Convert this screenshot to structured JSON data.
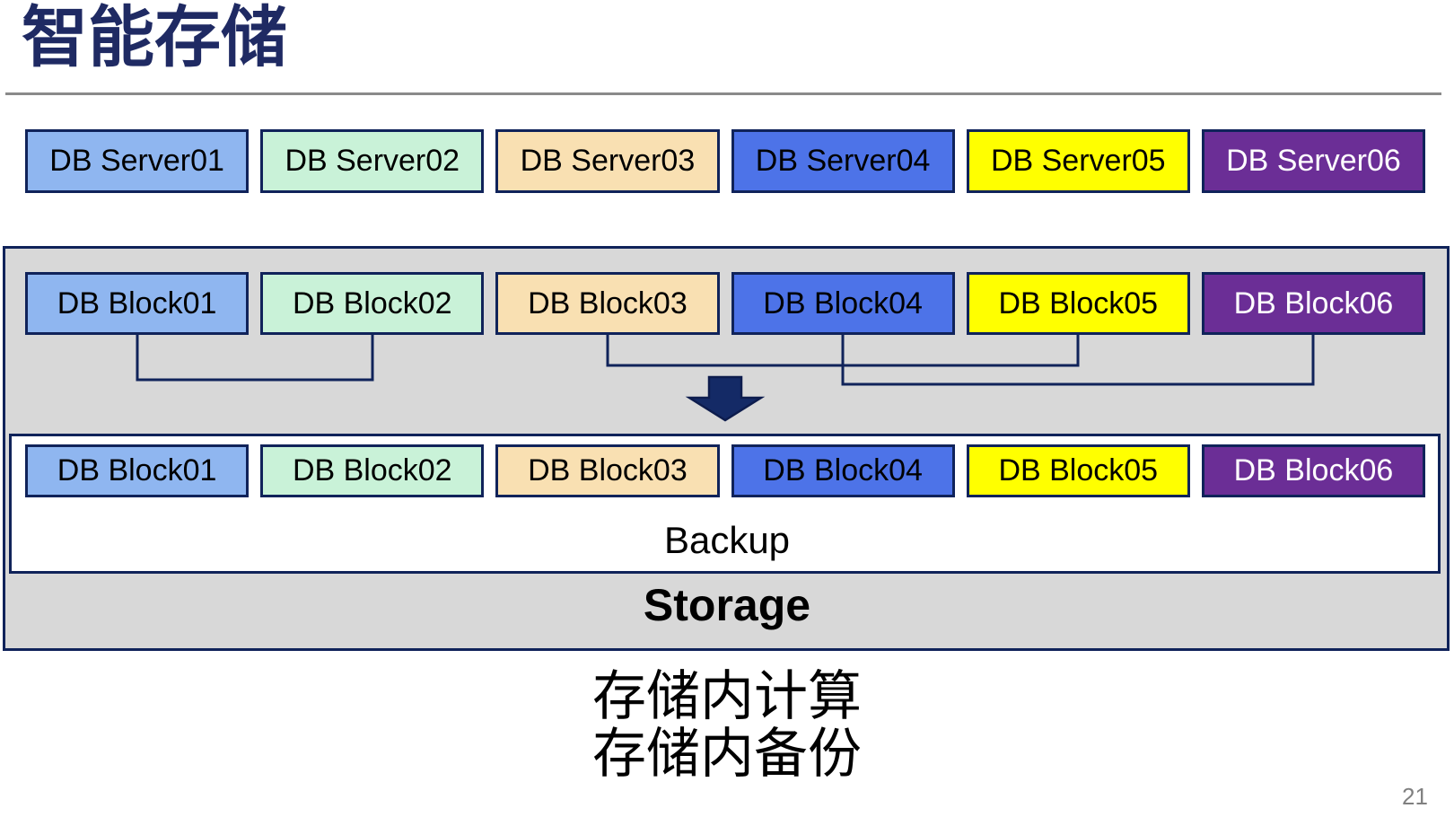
{
  "title": "智能存储",
  "server_row": [
    {
      "label": "DB Server01",
      "color": "#8FB6F0",
      "style": "background:#8FB6F0;color:#000000"
    },
    {
      "label": "DB Server02",
      "color": "#C9F2D8",
      "style": "background:#C9F2D8;color:#000000"
    },
    {
      "label": "DB Server03",
      "color": "#F9E0B2",
      "style": "background:#F9E0B2;color:#000000"
    },
    {
      "label": "DB Server04",
      "color": "#4D73E8",
      "style": "background:#4D73E8;color:#000000"
    },
    {
      "label": "DB Server05",
      "color": "#FFFF00",
      "style": "background:#FFFF00;color:#000000"
    },
    {
      "label": "DB Server06",
      "color": "#6B2E96",
      "style": "background:#6B2E96;color:#FFFFFF"
    }
  ],
  "block_row_top": [
    {
      "label": "DB Block01",
      "color": "#8FB6F0",
      "style": "background:#8FB6F0;color:#000000"
    },
    {
      "label": "DB Block02",
      "color": "#C9F2D8",
      "style": "background:#C9F2D8;color:#000000"
    },
    {
      "label": "DB Block03",
      "color": "#F9E0B2",
      "style": "background:#F9E0B2;color:#000000"
    },
    {
      "label": "DB Block04",
      "color": "#4D73E8",
      "style": "background:#4D73E8;color:#000000"
    },
    {
      "label": "DB Block05",
      "color": "#FFFF00",
      "style": "background:#FFFF00;color:#000000"
    },
    {
      "label": "DB Block06",
      "color": "#6B2E96",
      "style": "background:#6B2E96;color:#FFFFFF"
    }
  ],
  "block_row_bottom": [
    {
      "label": "DB Block01",
      "color": "#8FB6F0",
      "style": "background:#8FB6F0;color:#000000"
    },
    {
      "label": "DB Block02",
      "color": "#C9F2D8",
      "style": "background:#C9F2D8;color:#000000"
    },
    {
      "label": "DB Block03",
      "color": "#F9E0B2",
      "style": "background:#F9E0B2;color:#000000"
    },
    {
      "label": "DB Block04",
      "color": "#4D73E8",
      "style": "background:#4D73E8;color:#000000"
    },
    {
      "label": "DB Block05",
      "color": "#FFFF00",
      "style": "background:#FFFF00;color:#000000"
    },
    {
      "label": "DB Block06",
      "color": "#6B2E96",
      "style": "background:#6B2E96;color:#FFFFFF"
    }
  ],
  "storage": {
    "backup_label": "Backup",
    "storage_label": "Storage"
  },
  "caption": {
    "line1": "存储内计算",
    "line2": "存储内备份"
  },
  "page_number": "21",
  "colors": {
    "title_navy": "#1F2A63",
    "box_border_navy": "#10235A",
    "arrow_navy": "#142A66",
    "container_gray": "#D8D8D8",
    "divider_gray": "#8A8A8A",
    "page_number_gray": "#808080"
  }
}
